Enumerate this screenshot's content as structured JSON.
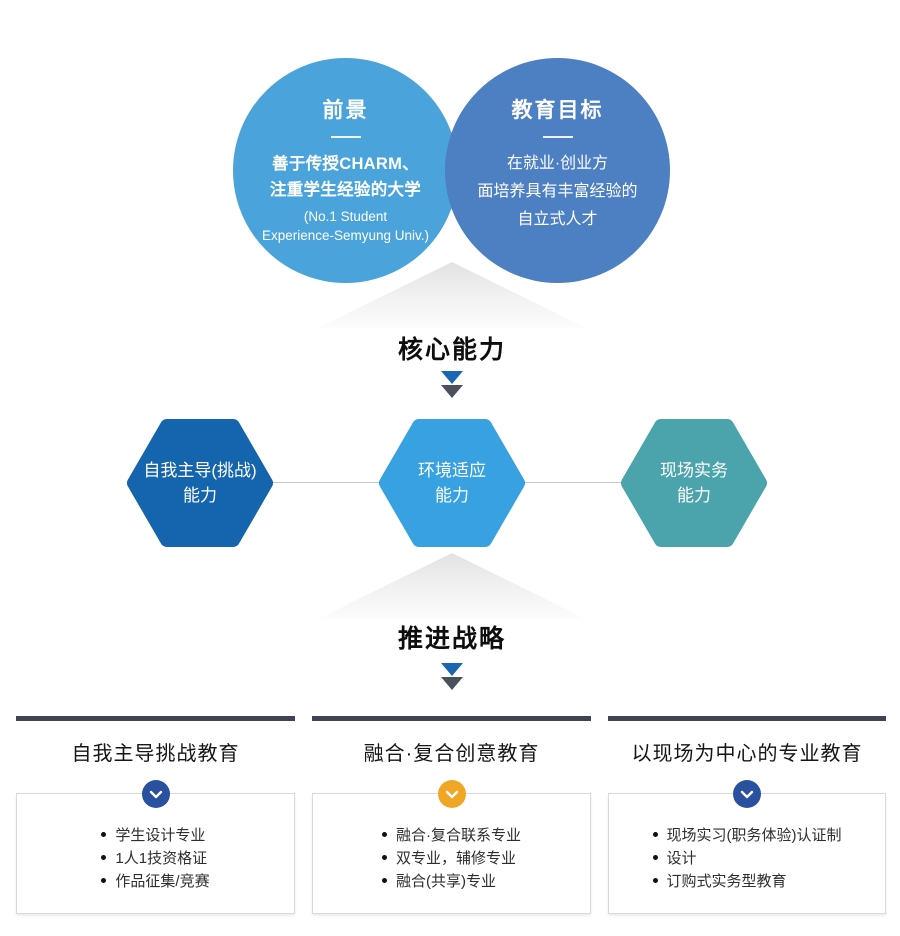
{
  "venn": {
    "left": {
      "title": "前景",
      "strong_line1": "善于传授CHARM、",
      "strong_line2": "注重学生经验的大学",
      "small_line1": "(No.1 Student",
      "small_line2": "Experience-Semyung Univ.)",
      "color": "#4AA4DB"
    },
    "right": {
      "title": "教育目标",
      "body_line1": "在就业·创业方",
      "body_line2": "面培养具有丰富经验的",
      "body_line3": "自立式人才",
      "color": "#4D7FC3"
    }
  },
  "section_labels": {
    "core": "核心能力",
    "strategy": "推进战略"
  },
  "hexagons": [
    {
      "line1": "自我主导(挑战)",
      "line2": "能力",
      "color": "#1565AE"
    },
    {
      "line1": "环境适应",
      "line2": "能力",
      "color": "#38A1E2"
    },
    {
      "line1": "现场实务",
      "line2": "能力",
      "color": "#4BA3AB"
    }
  ],
  "columns": [
    {
      "title": "自我主导挑战教育",
      "accent_color": "#2A51A0",
      "chevron_icon": "chevron-down",
      "items": [
        "学生设计专业",
        "1人1技资格证",
        "作品征集/竞赛"
      ]
    },
    {
      "title": "融合·复合创意教育",
      "accent_color": "#F0A725",
      "chevron_icon": "chevron-down",
      "items": [
        "融合·复合联系专业",
        "双专业，辅修专业",
        "融合(共享)专业"
      ]
    },
    {
      "title": "以现场为中心的专业教育",
      "accent_color": "#2A51A0",
      "chevron_icon": "chevron-down",
      "items": [
        "现场实习(职务体验)认证制",
        "设计",
        "订购式实务型教育"
      ]
    }
  ],
  "palette": {
    "arrow_blue": "#1B66B3",
    "arrow_gray": "#4B515C",
    "column_bar_navy": "#3E4454",
    "connector_line_gray": "#C8C8C8",
    "triangle_gradient_top": "#E2E2E2",
    "box_border": "#D9D9D9"
  }
}
